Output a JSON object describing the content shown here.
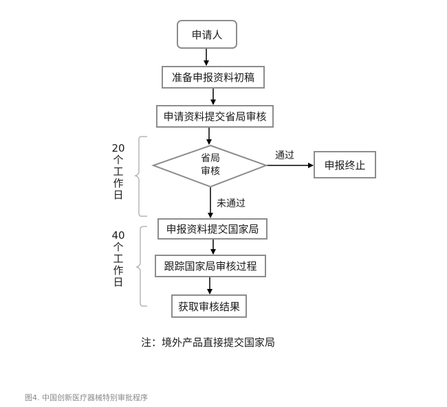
{
  "flow": {
    "start": "申请人",
    "step_prepare": "准备申报资料初稿",
    "step_submit_province": "申请资料提交省局审核",
    "decision_line1": "省局",
    "decision_line2": "审核",
    "label_pass": "通过",
    "end_terminate": "申报终止",
    "label_fail": "未通过",
    "step_submit_national": "申报资料提交国家局",
    "step_track": "跟踪国家局审核过程",
    "step_result": "获取审核结果"
  },
  "timeline": {
    "phase1_days": "20",
    "phase2_days": "40",
    "unit_chars": [
      "个",
      "工",
      "作",
      "日"
    ]
  },
  "note": "注：境外产品直接提交国家局",
  "caption": "图4. 中国创新医疗器械特别审批程序"
}
